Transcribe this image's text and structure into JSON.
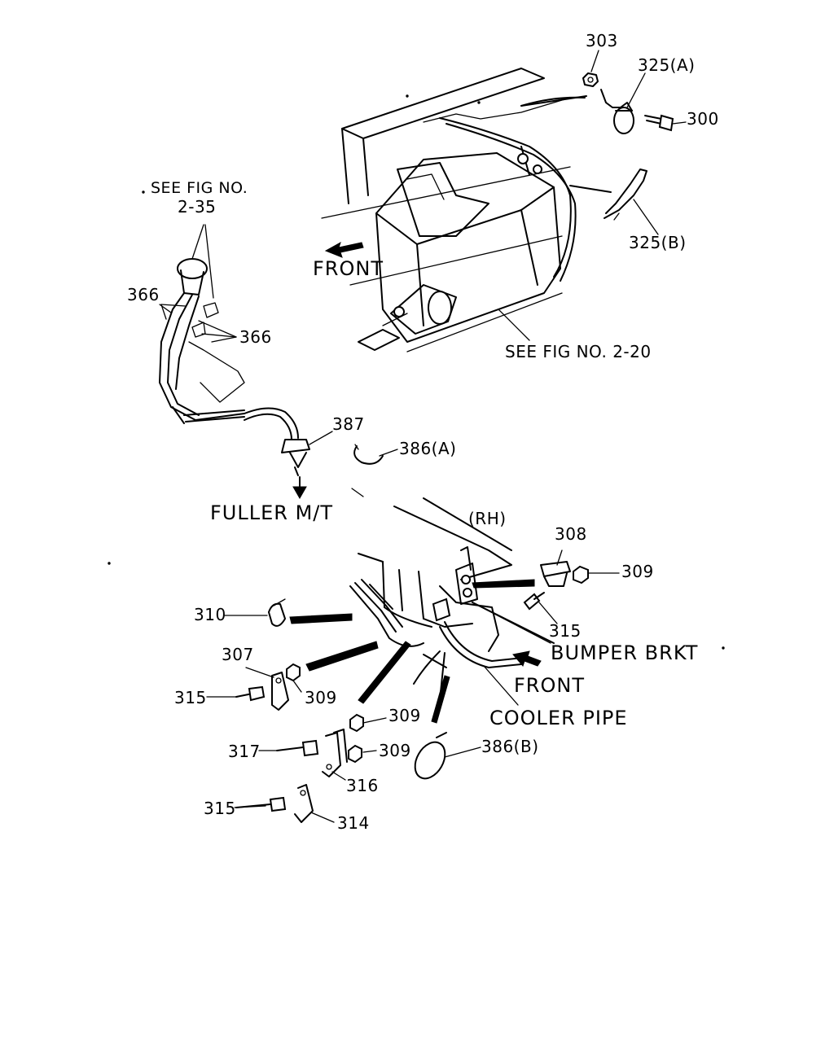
{
  "labels": {
    "p303": "303",
    "p325a": "325(A)",
    "p300": "300",
    "p325b": "325(B)",
    "see_fig_235_line1": "SEE FIG NO.",
    "see_fig_235_line2": "2-35",
    "front_top": "FRONT",
    "p366_left": "366",
    "p366_right": "366",
    "see_fig_220": "SEE FIG NO. 2-20",
    "p387": "387",
    "p386a": "386(A)",
    "fuller": "FULLER M/T",
    "rh": "(RH)",
    "p308": "308",
    "p309_a": "309",
    "p310": "310",
    "p315_a": "315",
    "bumper_brkt": "BUMPER BRKT",
    "p307": "307",
    "front_bottom": "FRONT",
    "p315_b": "315",
    "p309_b": "309",
    "cooler_pipe": "COOLER PIPE",
    "p309_c": "309",
    "p317": "317",
    "p309_d": "309",
    "p386b": "386(B)",
    "p316": "316",
    "p315_c": "315",
    "p314": "314"
  }
}
